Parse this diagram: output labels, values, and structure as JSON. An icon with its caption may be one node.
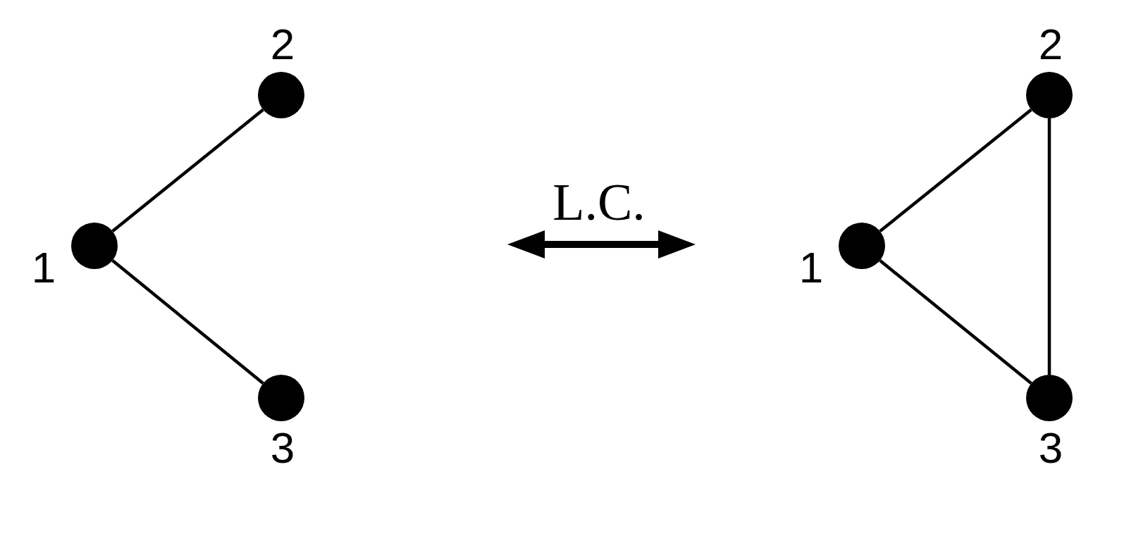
{
  "diagram": {
    "nodes": [
      {
        "text": [],
        "shape": "circle",
        "beside": [
          "1"
        ]
      },
      {
        "text": [],
        "shape": "circle",
        "beside": [
          "2"
        ]
      },
      {
        "text": [],
        "shape": "circle",
        "beside": [
          "3"
        ]
      },
      {
        "text": [],
        "shape": "circle",
        "beside": [
          "1"
        ]
      },
      {
        "text": [],
        "shape": "circle",
        "beside": [
          "2"
        ]
      },
      {
        "text": [],
        "shape": "circle",
        "beside": [
          "3"
        ]
      }
    ],
    "edges": [
      {
        "from": 0,
        "to": 1,
        "arrow": "none"
      },
      {
        "from": 0,
        "to": 2,
        "arrow": "none"
      },
      {
        "from": 3,
        "to": 4,
        "arrow": "none"
      },
      {
        "from": 3,
        "to": 5,
        "arrow": "none"
      },
      {
        "from": 4,
        "to": 5,
        "arrow": "none"
      }
    ],
    "labels": [
      "L.C."
    ]
  }
}
